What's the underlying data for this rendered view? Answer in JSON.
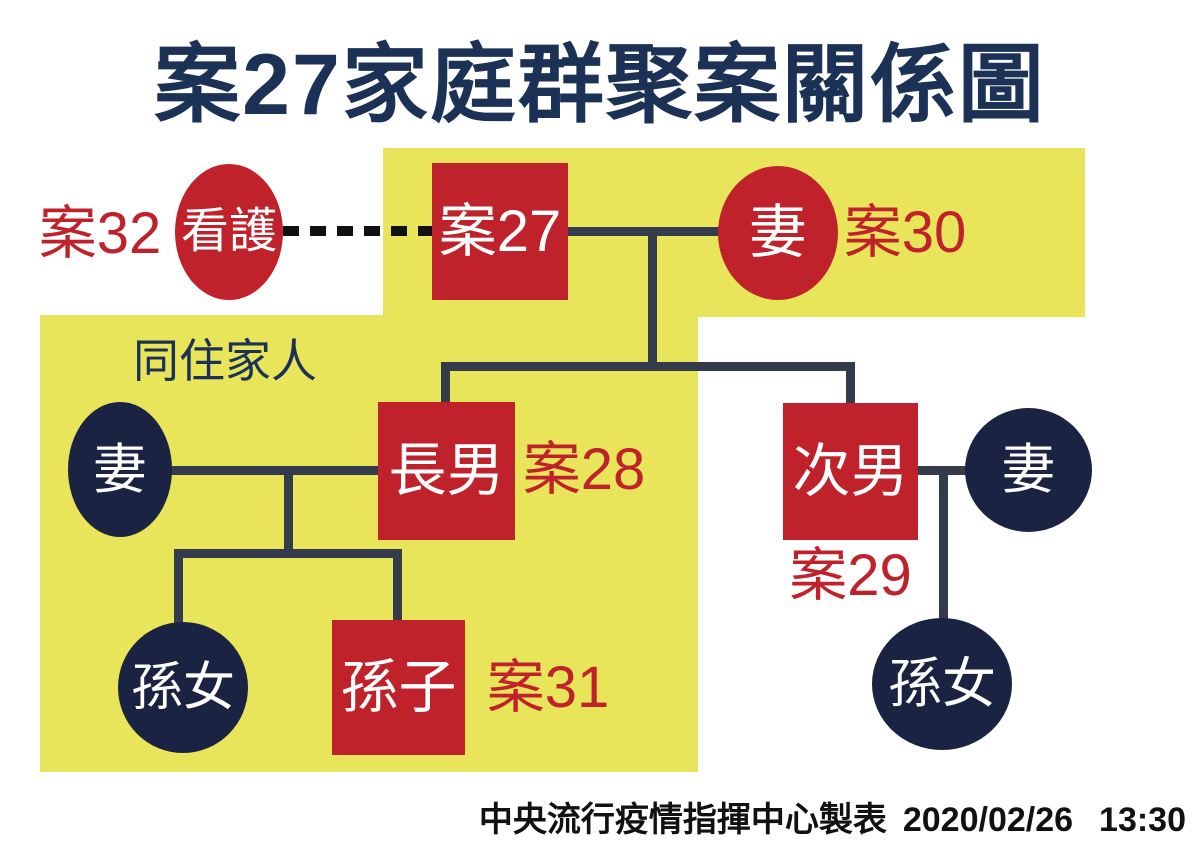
{
  "title": "案27家庭群聚案關係圖",
  "group_label": "同住家人",
  "footer": {
    "credit": "中央流行疫情指揮中心製表",
    "date": "2020/02/26",
    "time": "13:30"
  },
  "colors": {
    "background": "#FFFFFF",
    "highlight_yellow": "#E9E55B",
    "case_red": "#C0222C",
    "family_navy": "#1A2341",
    "title_navy": "#1B3155",
    "connector": "#343C4B",
    "dashed_line_black": "#111111",
    "node_text_white": "#FFFFFF"
  },
  "nodes": {
    "caregiver": {
      "label": "看護",
      "case_no": "案32",
      "shape": "circle",
      "color": "red"
    },
    "index_case": {
      "label": "案27",
      "shape": "square",
      "color": "red"
    },
    "wife_of_case27": {
      "label": "妻",
      "case_no": "案30",
      "shape": "circle",
      "color": "red"
    },
    "eldest_son_wife": {
      "label": "妻",
      "shape": "circle",
      "color": "navy"
    },
    "eldest_son": {
      "label": "長男",
      "case_no": "案28",
      "shape": "square",
      "color": "red"
    },
    "second_son": {
      "label": "次男",
      "case_no": "案29",
      "shape": "square",
      "color": "red"
    },
    "second_son_wife": {
      "label": "妻",
      "shape": "circle",
      "color": "navy"
    },
    "granddaughter_left": {
      "label": "孫女",
      "shape": "circle",
      "color": "navy"
    },
    "grandson": {
      "label": "孫子",
      "case_no": "案31",
      "shape": "square",
      "color": "red"
    },
    "granddaughter_right": {
      "label": "孫女",
      "shape": "circle",
      "color": "navy"
    }
  },
  "edges": [
    {
      "from": "caregiver",
      "to": "index_case",
      "style": "dashed"
    },
    {
      "from": "index_case",
      "to": "wife_of_case27",
      "style": "couple"
    },
    {
      "from": "index_case+wife_of_case27",
      "to": "eldest_son",
      "style": "parent-child"
    },
    {
      "from": "index_case+wife_of_case27",
      "to": "second_son",
      "style": "parent-child"
    },
    {
      "from": "eldest_son_wife",
      "to": "eldest_son",
      "style": "couple"
    },
    {
      "from": "eldest_son+eldest_son_wife",
      "to": "granddaughter_left",
      "style": "parent-child"
    },
    {
      "from": "eldest_son+eldest_son_wife",
      "to": "grandson",
      "style": "parent-child"
    },
    {
      "from": "second_son",
      "to": "second_son_wife",
      "style": "couple"
    },
    {
      "from": "second_son+second_son_wife",
      "to": "granddaughter_right",
      "style": "parent-child"
    }
  ]
}
